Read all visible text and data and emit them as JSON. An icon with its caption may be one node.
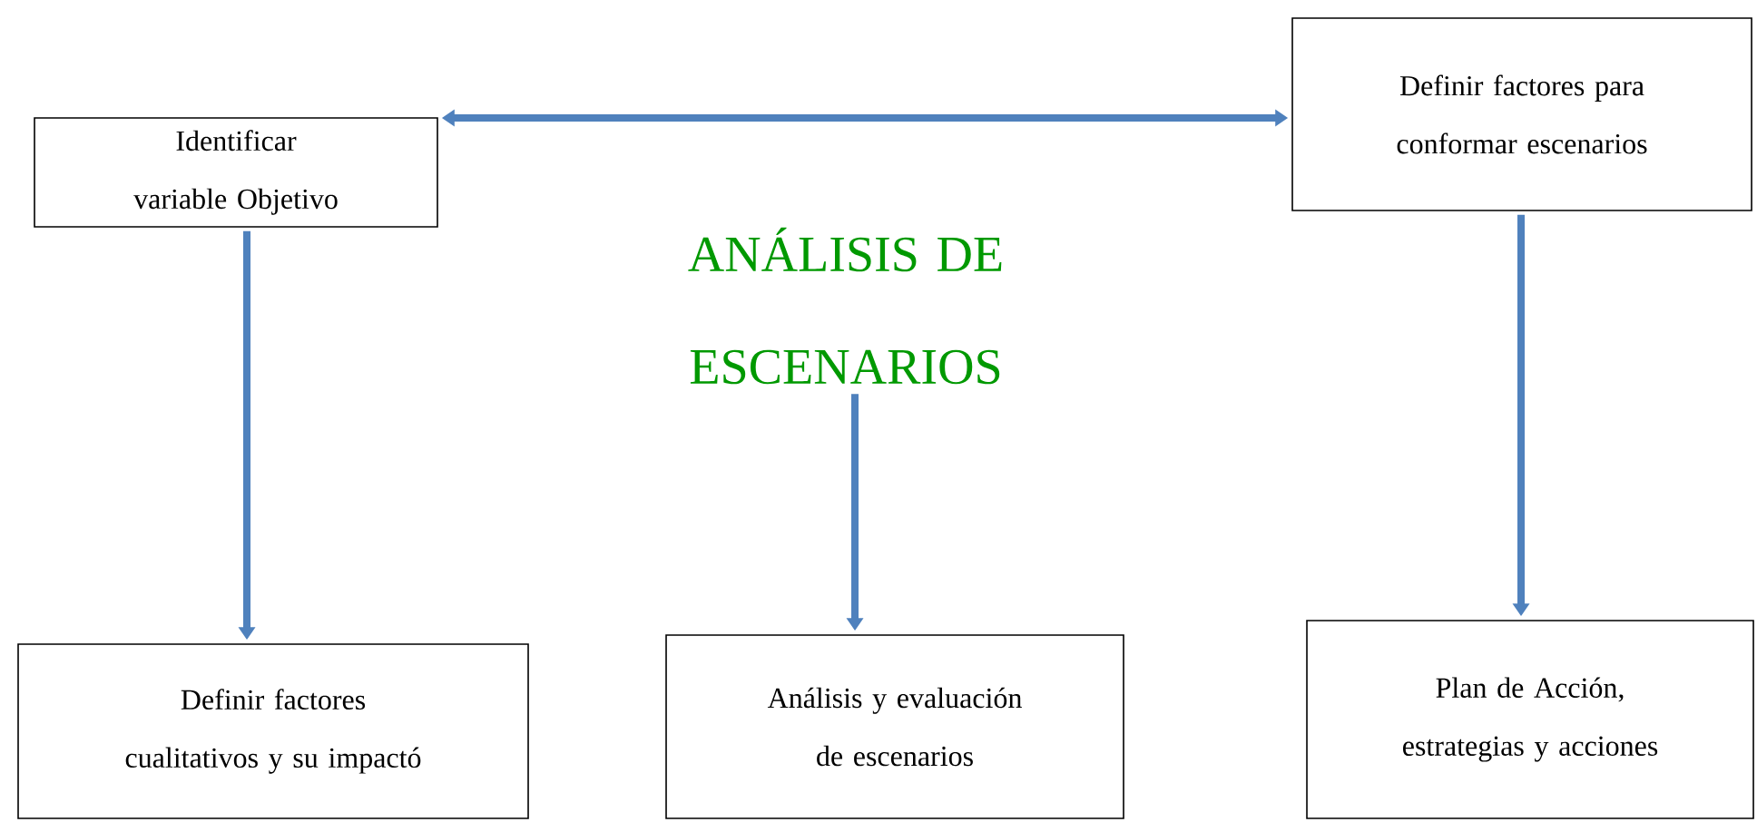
{
  "diagram": {
    "nodes": [
      {
        "text": [
          "Identificar variable Objetivo"
        ]
      },
      {
        "text": [
          "Definir factores para conformar escenarios"
        ]
      },
      {
        "text": [
          "ANÁLISIS DE ESCENARIOS"
        ]
      },
      {
        "text": [
          "Definir factores cualitativos y su impactó"
        ]
      },
      {
        "text": [
          "Análisis y evaluación de escenarios"
        ]
      },
      {
        "text": [
          "Plan de Acción, estrategias y acciones"
        ]
      }
    ],
    "edges": [
      {
        "from": 0,
        "to": 1,
        "arrow": "both"
      },
      {
        "from": 0,
        "to": 3,
        "arrow": "to"
      },
      {
        "from": 2,
        "to": 4,
        "arrow": "to"
      },
      {
        "from": 1,
        "to": 5,
        "arrow": "to"
      }
    ]
  }
}
